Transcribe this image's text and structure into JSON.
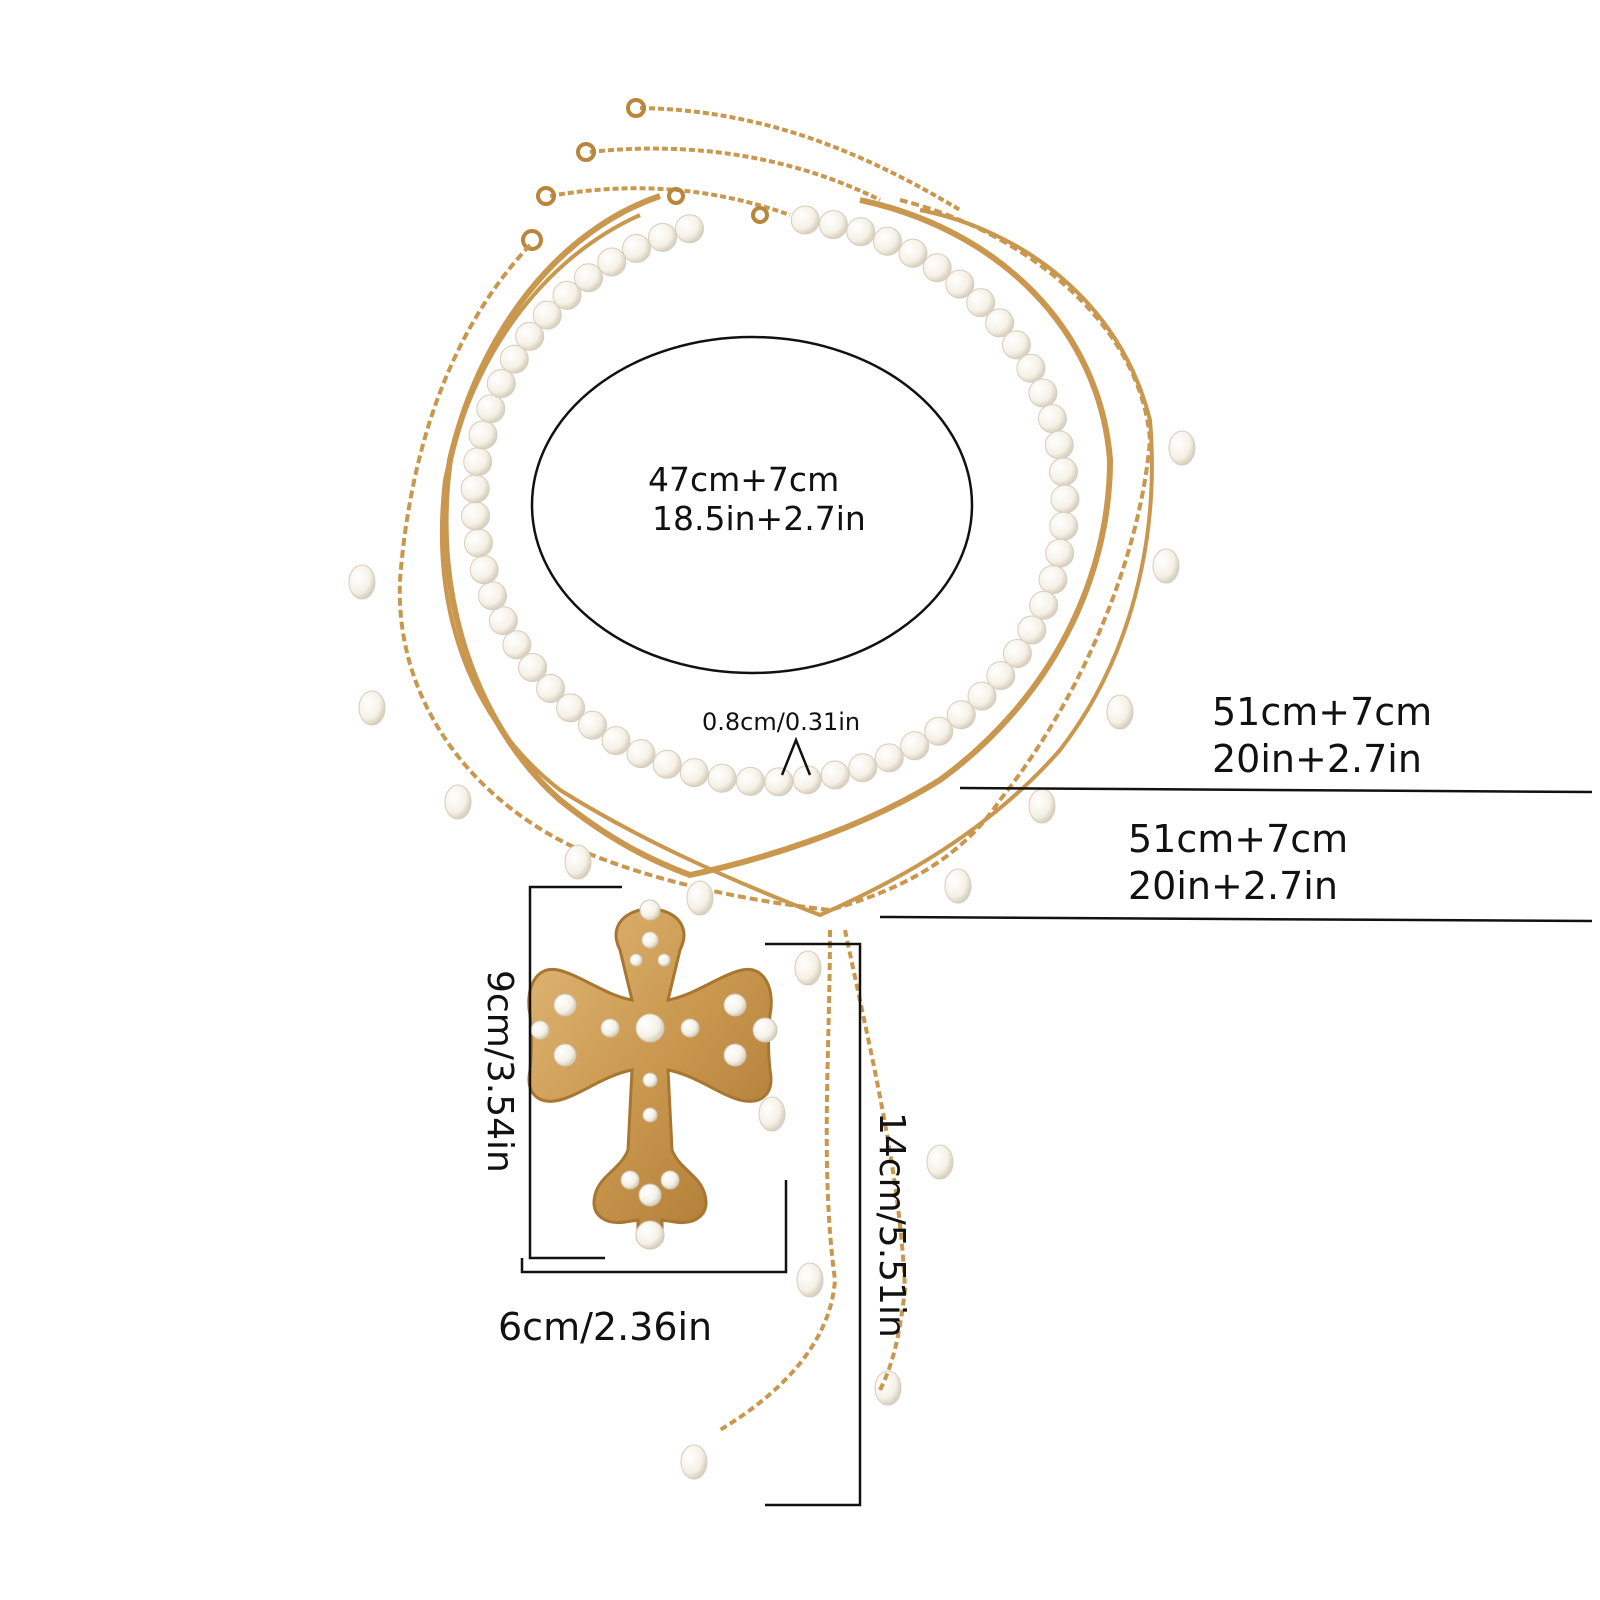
{
  "image": {
    "subject": "layered-gold-necklace-set",
    "colors": {
      "gold": "#c9974e",
      "gold_dark": "#a87630",
      "pearl": "#fbf8f1",
      "pearl_shade": "#ddd6c8",
      "line": "#111111",
      "background": "#ffffff"
    }
  },
  "labels": {
    "pearl_strand_length": "47cm+7cm",
    "pearl_strand_length_in": "18.5in+2.7in",
    "bead_size": "0.8cm/0.31in",
    "chain_upper_cm": "51cm+7cm",
    "chain_upper_in": "20in+2.7in",
    "chain_lower_cm": "51cm+7cm",
    "chain_lower_in": "20in+2.7in",
    "cross_height": "9cm/3.54in",
    "cross_width": "6cm/2.36in",
    "tail_length": "14cm/5.51in"
  }
}
